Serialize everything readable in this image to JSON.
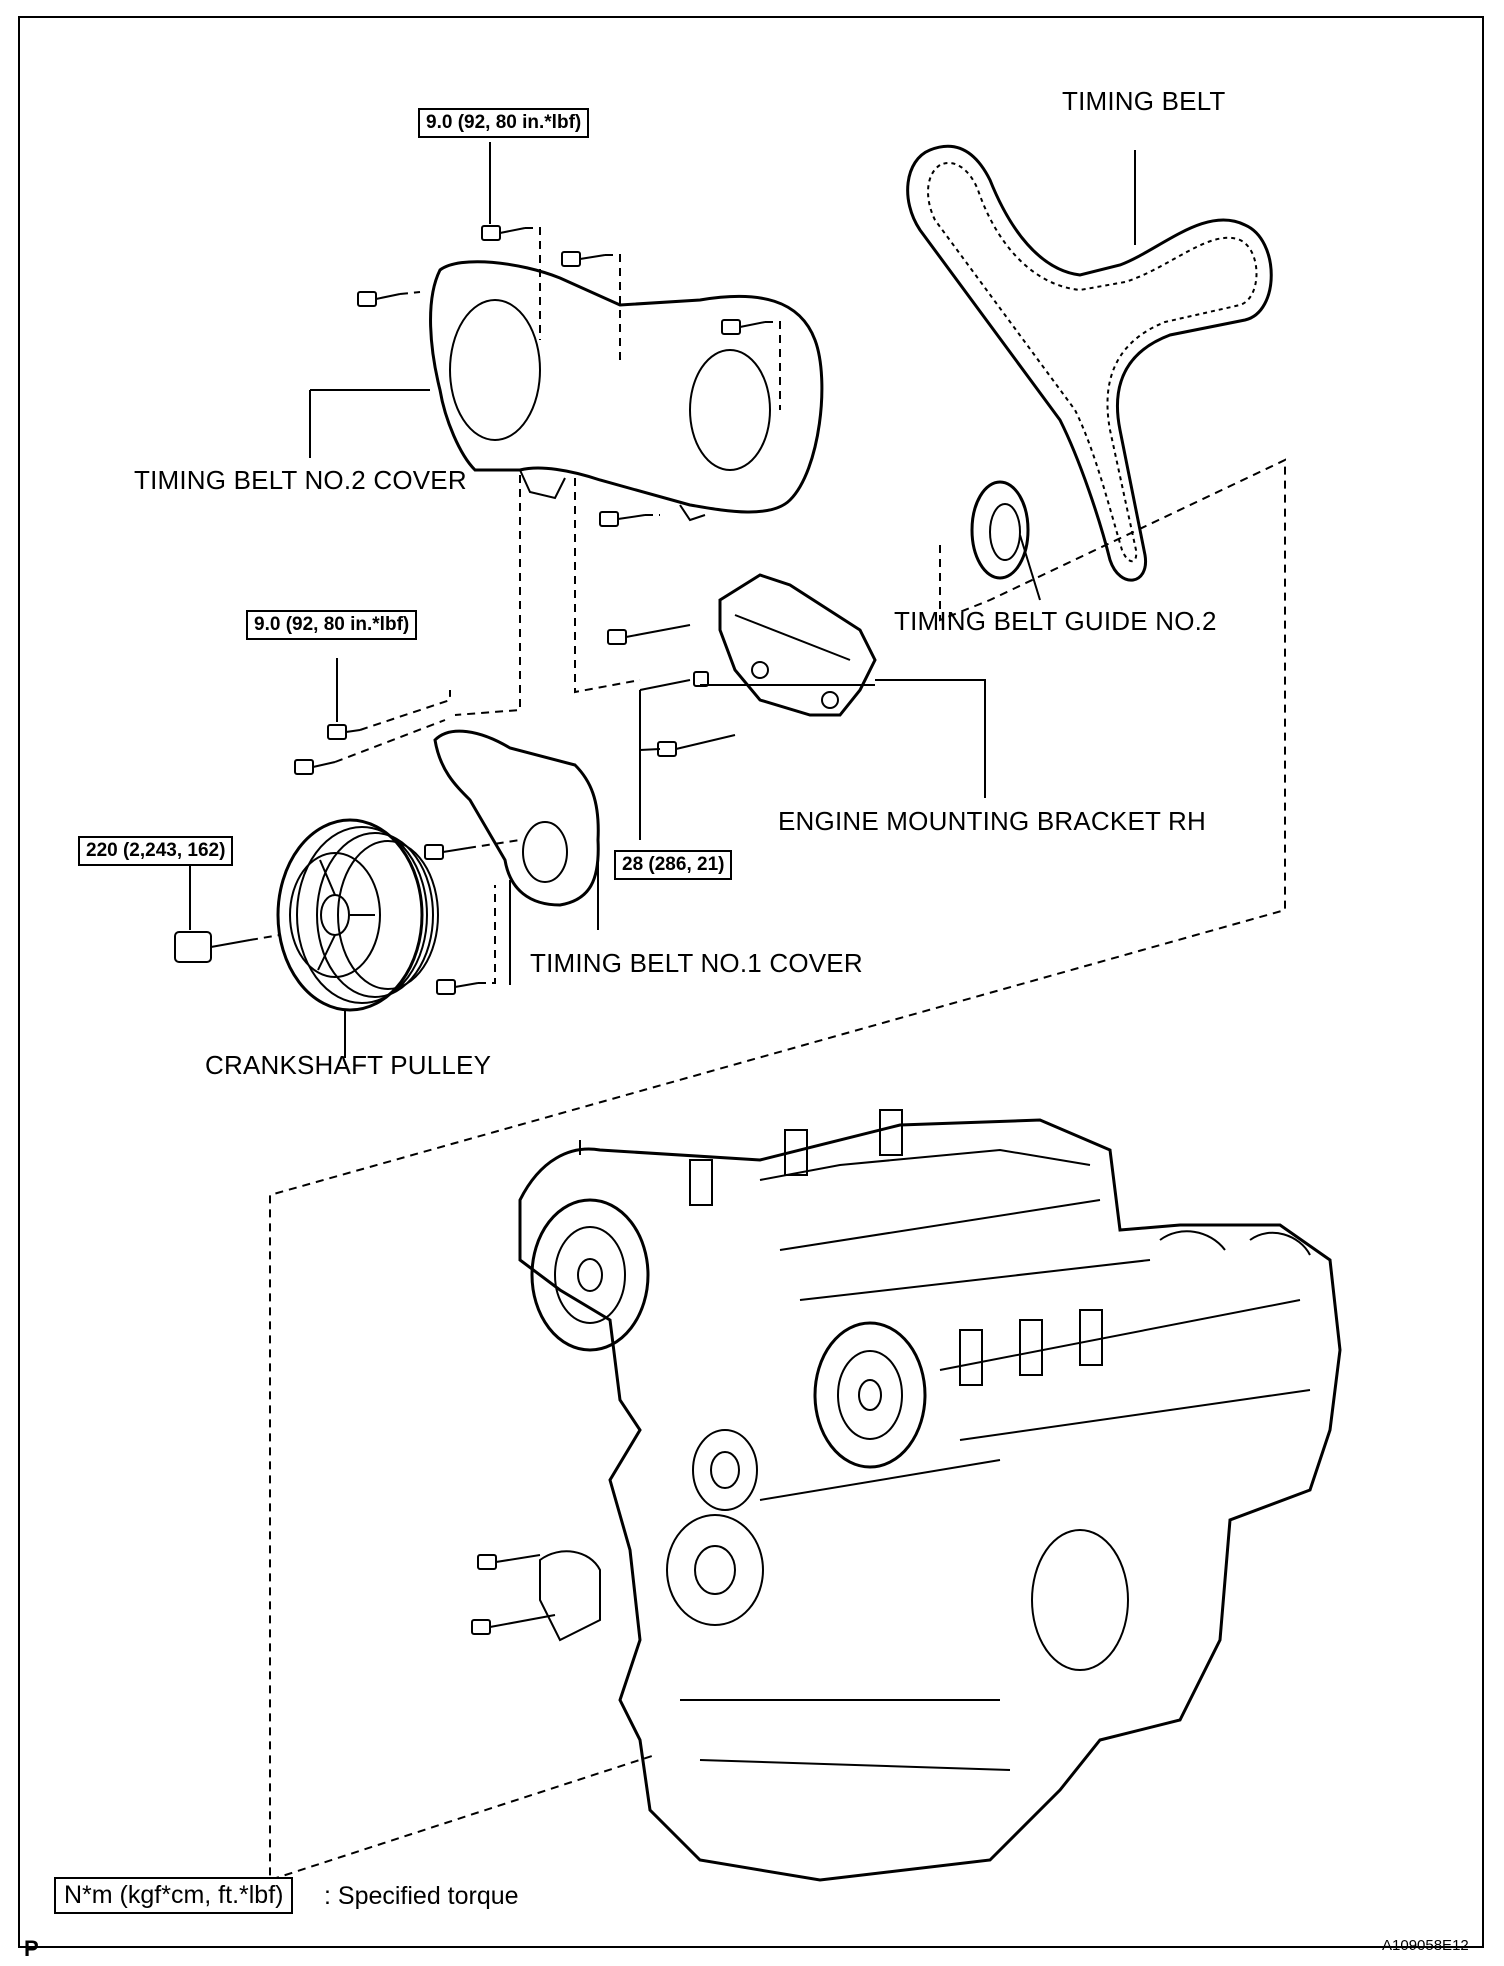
{
  "labels": {
    "timing_belt": "TIMING BELT",
    "timing_belt_no2_cover": "TIMING BELT NO.2 COVER",
    "timing_belt_guide_no2": "TIMING BELT GUIDE NO.2",
    "engine_mounting_bracket_rh": "ENGINE MOUNTING BRACKET RH",
    "timing_belt_no1_cover": "TIMING BELT NO.1 COVER",
    "crankshaft_pulley": "CRANKSHAFT PULLEY"
  },
  "torques": {
    "cover_top": "9.0 (92, 80 in.*lbf)",
    "no1_cover": "9.0 (92, 80 in.*lbf)",
    "crank_bolt": "220 (2,243, 162)",
    "bracket": "28 (286, 21)"
  },
  "legend": {
    "unit_box": "N*m (kgf*cm, ft.*lbf)",
    "description": ": Specified torque"
  },
  "footer": {
    "page_mark": "P",
    "figure_code": "A109058E12"
  },
  "colors": {
    "line": "#000000",
    "background": "#ffffff"
  }
}
